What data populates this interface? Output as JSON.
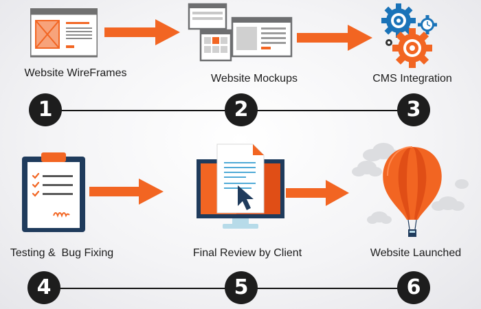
{
  "steps": [
    {
      "number": "1",
      "label": "Website WireFrames",
      "icon": "wireframe-icon"
    },
    {
      "number": "2",
      "label": "Website Mockups",
      "icon": "mockups-icon"
    },
    {
      "number": "3",
      "label": "CMS Integration",
      "icon": "gears-icon"
    },
    {
      "number": "4",
      "label": "Testing &  Bug Fixing",
      "icon": "clipboard-icon"
    },
    {
      "number": "5",
      "label": "Final Review by Client",
      "icon": "monitor-document-icon"
    },
    {
      "number": "6",
      "label": "Website Launched",
      "icon": "hot-air-balloon-icon"
    }
  ],
  "colors": {
    "accent": "#f26522",
    "accent_dark": "#e04e16",
    "navy": "#1f3b5c",
    "dark": "#1d1d1d",
    "gray": "#6d6e70",
    "light_gray": "#d6d6d8",
    "blue": "#1a73b8"
  }
}
